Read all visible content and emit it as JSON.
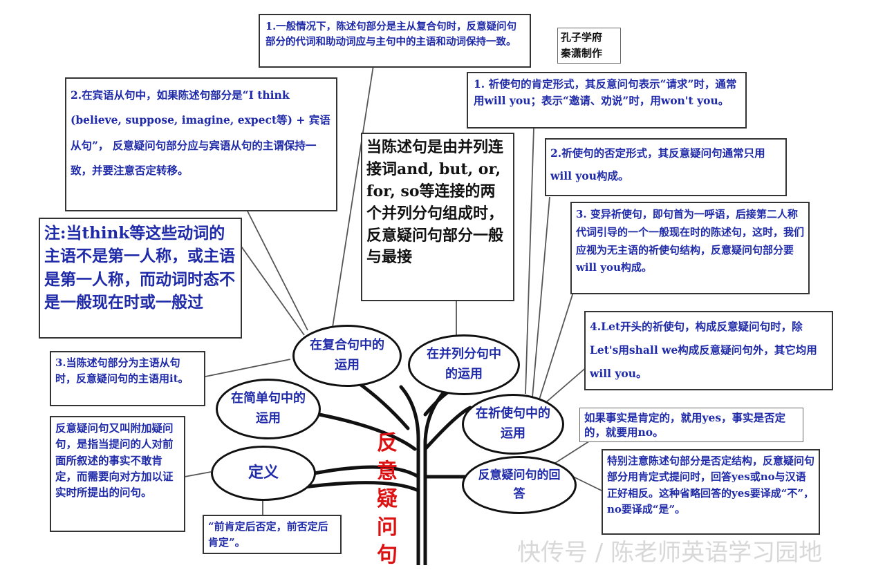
{
  "title": "反意疑问句",
  "credit": {
    "line1": "孔子学府",
    "line2": "秦潇制作"
  },
  "watermark": "快传号 / 陈老师英语学习园地",
  "branches": {
    "compound": "在复合句中的运用",
    "parallel": "在并列分句中的运用",
    "simple": "在简单句中的运用",
    "imperative": "在祈使句中的运用",
    "definition": "定义",
    "answer": "反意疑问句的回答"
  },
  "notes": {
    "compound_1": "1.一般情况下，陈述句部分是主从复合句时，反意疑问句部分的代词和助动词应与主句中的主语和动词保持一致。",
    "compound_2": "2.在宾语从句中，如果陈述句部分是“I think (believe, suppose, imagine, expect等) + 宾语从句”， 反意疑问句部分应与宾语从句的主谓保持一致，并要注意否定转移。",
    "compound_note": "注:当think等这些动词的主语不是第一人称，或主语是第一人称，而动词时态不是一般现在时或一般过",
    "compound_3": "3.当陈述句部分为主语从句时，反意疑问句的主语用it。",
    "parallel": "当陈述句是由并列连接词and, but, or, for, so等连接的两个并列分句组成时，反意疑问句部分一般与最接",
    "imperative_1": "1. 祈使句的肯定形式，其反意问句表示“请求”时，通常用will you；表示“邀请、劝说”时，用won't you。",
    "imperative_2": "2.祈使句的否定形式，其反意疑问句通常只用will you构成。",
    "imperative_3": "3. 变异祈使句，即句首为一呼语，后接第二人称代词引导的一个一般现在时的陈述句，这时，我们应视为无主语的祈使句结构，反意疑问句部分要will you构成。",
    "imperative_4": "4.Let开头的祈使句，构成反意疑问句时，除Let's用shall we构成反意疑问句外，其它均用will you。",
    "definition": "反意疑问句又叫附加疑问句，是指当提问的人对前面所叙述的事实不敢肯定，而需要向对方加以证实时所提出的问句。",
    "definition_2": "“前肯定后否定，前否定后肯定”。",
    "answer_1": "如果事实是肯定的，就用yes，事实是否定的，就要用no。",
    "answer_2": "特别注意陈述句部分是否定结构，反意疑问句部分用肯定式提问时，回答yes或no与汉语正好相反。这种省略回答的yes要译成“不”，no要译成“是”。"
  },
  "colors": {
    "text": "#1f2aa8",
    "title": "#dd1111",
    "border": "#333333",
    "line": "#555555"
  }
}
